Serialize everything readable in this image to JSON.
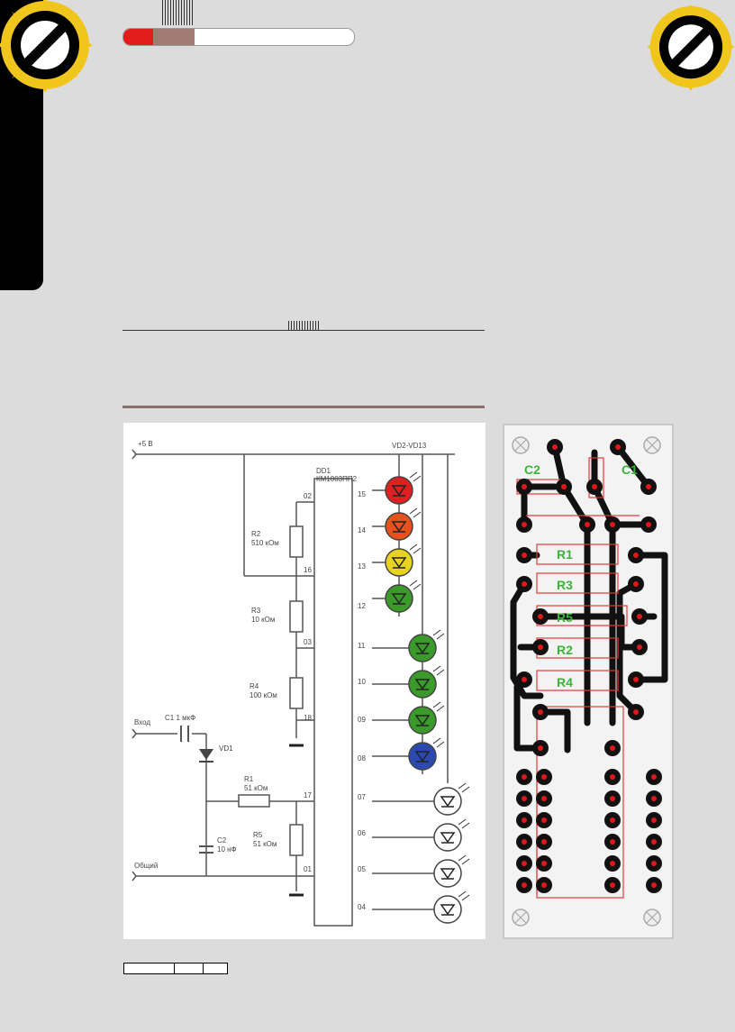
{
  "header": {
    "progress": 0.31
  },
  "schematic": {
    "supply_label": "+5 В",
    "led_range_label": "VD2-VD13",
    "ic_ref": "DD1",
    "ic_part": "КМ1003ПП2",
    "r2_label": "R2",
    "r2_value": "510 кОм",
    "r3_label": "R3",
    "r3_value": "10 кОм",
    "r4_label": "R4",
    "r4_value": "100 кОм",
    "input_label": "Вход",
    "c1_label": "C1 1 мкФ",
    "vd1_label": "VD1",
    "r1_label": "R1",
    "r1_value": "51 кОм",
    "r5_label": "R5",
    "r5_value": "51 кОм",
    "c2_label": "C2",
    "c2_value": "10 нФ",
    "common_label": "Общий",
    "pins": {
      "p02": "02",
      "p16": "16",
      "p03": "03",
      "p18": "18",
      "p17": "17",
      "p01": "01",
      "p15": "15",
      "p14": "14",
      "p13": "13",
      "p12": "12",
      "p11": "11",
      "p10": "10",
      "p09": "09",
      "p08": "08",
      "p07": "07",
      "p06": "06",
      "p05": "05",
      "p04": "04"
    },
    "led_colors": [
      "#e02020",
      "#e8501c",
      "#e8d420",
      "#3a9a2a",
      "#3a9a2a",
      "#3a9a2a",
      "#3a9a2a",
      "#2a4ab0",
      "#ffffff",
      "#ffffff",
      "#ffffff",
      "#ffffff"
    ]
  },
  "pcb": {
    "c2": "C2",
    "c1": "C1",
    "r1": "R1",
    "r3": "R3",
    "r5": "R5",
    "r2": "R2",
    "r4": "R4",
    "label_color": "#3cb43c"
  }
}
